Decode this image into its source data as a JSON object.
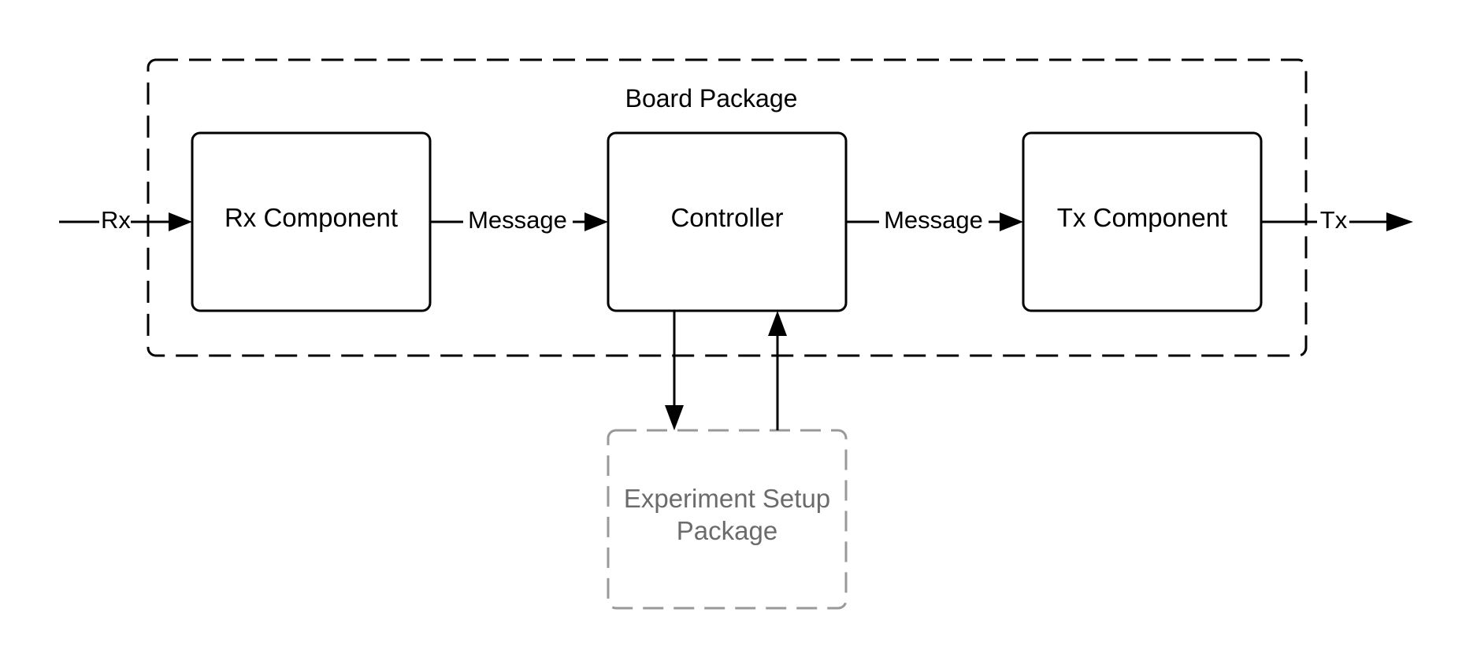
{
  "diagram": {
    "board_package": {
      "label": "Board Package"
    },
    "nodes": {
      "rx_component": {
        "label": "Rx Component"
      },
      "controller": {
        "label": "Controller"
      },
      "tx_component": {
        "label": "Tx Component"
      },
      "experiment_setup": {
        "line1": "Experiment Setup",
        "line2": "Package"
      }
    },
    "edges": {
      "rx_in": {
        "label": "Rx"
      },
      "rx_to_controller": {
        "label": "Message"
      },
      "controller_to_tx": {
        "label": "Message"
      },
      "tx_out": {
        "label": "Tx"
      }
    }
  },
  "colors": {
    "stroke": "#000000",
    "muted_stroke": "#999999",
    "muted_text": "#6b6b6b",
    "background": "#ffffff"
  }
}
